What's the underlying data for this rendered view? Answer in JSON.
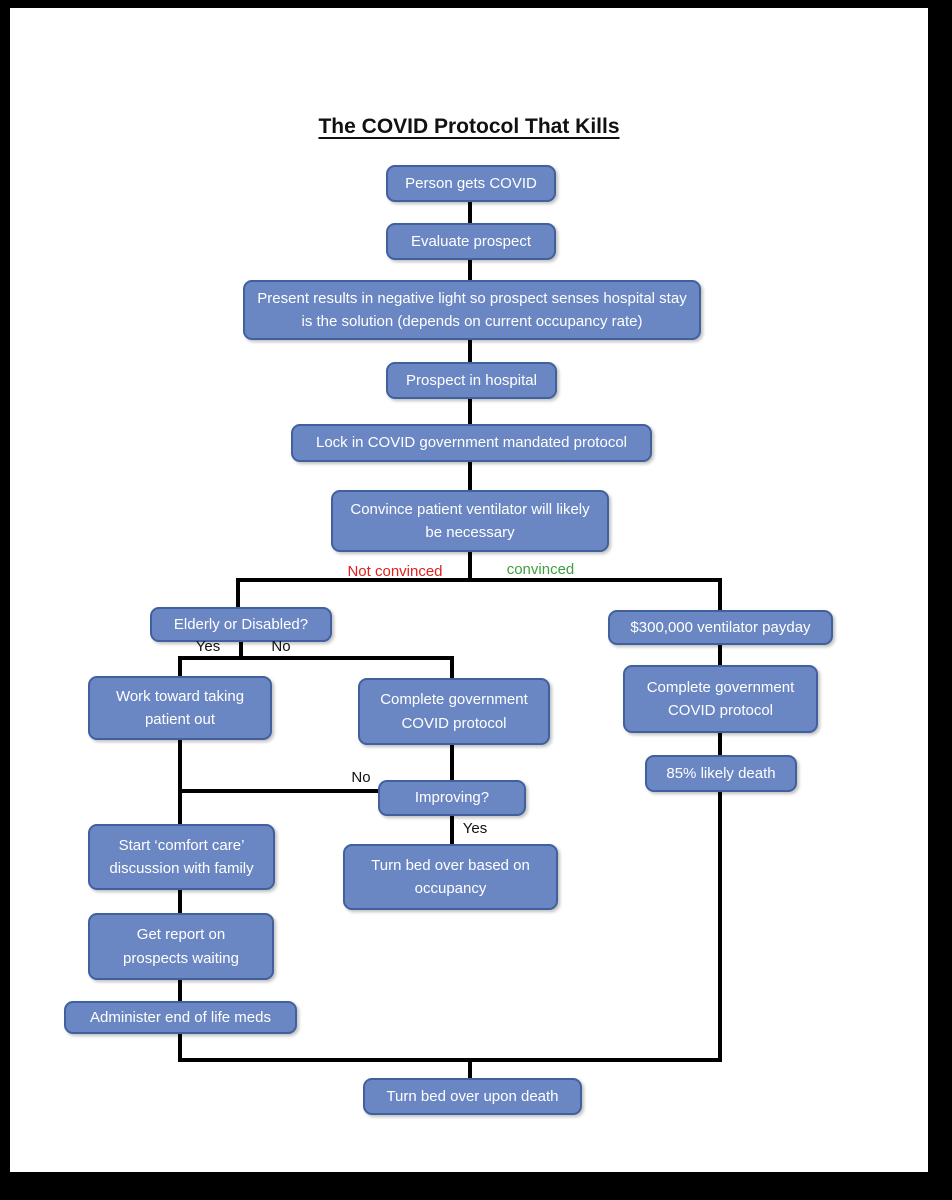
{
  "title": "The COVID Protocol That Kills",
  "nodes": {
    "person": "Person gets COVID",
    "evaluate": "Evaluate prospect",
    "present": "Present results in negative light so prospect senses hospital stay is the solution (depends on current occupancy rate)",
    "hospital": "Prospect in hospital",
    "lock": "Lock in COVID government mandated protocol",
    "convince": "Convince patient ventilator will likely be necessary",
    "elderly": "Elderly or Disabled?",
    "work_toward": "Work toward taking patient out",
    "complete_mid": "Complete government COVID protocol",
    "improving": "Improving?",
    "turn_bed_occupancy": "Turn bed over based on occupancy",
    "comfort_care": "Start ‘comfort care’ discussion with family",
    "get_report": "Get report on prospects waiting",
    "end_of_life": "Administer end of life meds",
    "payday": "$300,000 ventilator payday",
    "complete_right": "Complete government COVID protocol",
    "likely_death": "85% likely death",
    "turn_bed_death": "Turn bed over upon death"
  },
  "edge_labels": {
    "not_convinced": "Not convinced",
    "convinced": "convinced",
    "elderly_yes": "Yes",
    "elderly_no": "No",
    "improving_no": "No",
    "improving_yes": "Yes"
  },
  "colors": {
    "node_fill": "#6b87c3",
    "node_border": "#40609e",
    "node_text": "#ffffff",
    "line": "#000000",
    "not_convinced": "#e0201c",
    "convinced": "#3f9e3f"
  }
}
